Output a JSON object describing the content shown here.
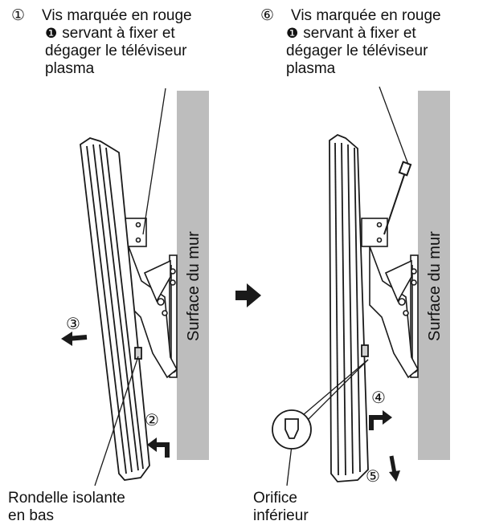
{
  "left_panel": {
    "step_number": "①",
    "caption_line1": "Vis marquée en rouge",
    "bullet": "❶",
    "caption_line2": "servant à fixer et",
    "caption_line3": "dégager le téléviseur",
    "caption_line4": "plasma",
    "wall_label": "Surface du mur",
    "step_push": "③",
    "step_lift": "②",
    "bottom_label_line1": "Rondelle isolante",
    "bottom_label_line2": "en bas"
  },
  "right_panel": {
    "step_number": "⑥",
    "caption_line1": "Vis marquée en rouge",
    "bullet": "❶",
    "caption_line2": "servant à fixer et",
    "caption_line3": "dégager le téléviseur",
    "caption_line4": "plasma",
    "wall_label": "Surface du mur",
    "step_tilt": "④",
    "step_down": "⑤",
    "bottom_label_line1": "Orifice",
    "bottom_label_line2": "inférieur"
  },
  "colors": {
    "wall": "#bdbdbd",
    "line": "#1a1a1a",
    "panel_fill": "#ffffff"
  }
}
